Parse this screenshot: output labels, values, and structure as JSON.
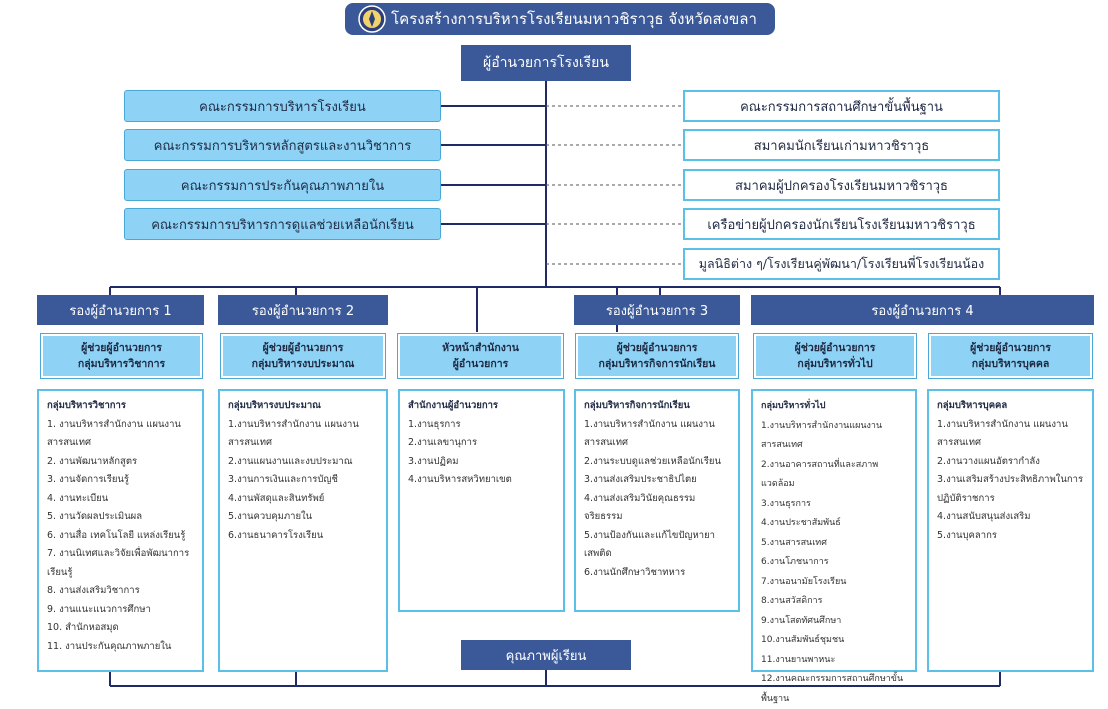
{
  "title": "โครงสร้างการบริหารโรงเรียนมหาวชิราวุธ จังหวัดสงขลา",
  "director": "ผู้อำนวยการโรงเรียน",
  "left_committees": [
    "คณะกรรมการบริหารโรงเรียน",
    "คณะกรรมการบริหารหลักสูตรและงานวิชาการ",
    "คณะกรรมการประกันคุณภาพภายใน",
    "คณะกรรมการบริหารการดูแลช่วยเหลือนักเรียน"
  ],
  "right_partners": [
    "คณะกรรมการสถานศึกษาขั้นพื้นฐาน",
    "สมาคมนักเรียนเก่ามหาวชิราวุธ",
    "สมาคมผู้ปกครองโรงเรียนมหาวชิราวุธ",
    "เครือข่ายผู้ปกครองนักเรียนโรงเรียนมหาวชิราวุธ",
    "มูลนิธิต่าง ๆ/โรงเรียนคู่พัฒนา/โรงเรียนพี่โรงเรียนน้อง"
  ],
  "deputies": [
    "รองผู้อำนวยการ 1",
    "รองผู้อำนวยการ 2",
    "รองผู้อำนวยการ 3",
    "รองผู้อำนวยการ 4"
  ],
  "assistants": [
    {
      "line1": "ผู้ช่วยผู้อำนวยการ",
      "line2": "กลุ่มบริหารวิชาการ"
    },
    {
      "line1": "ผู้ช่วยผู้อำนวยการ",
      "line2": "กลุ่มบริหารงบประมาณ"
    },
    {
      "line1": "หัวหน้าสำนักงาน",
      "line2": "ผู้อำนวยการ"
    },
    {
      "line1": "ผู้ช่วยผู้อำนวยการ",
      "line2": "กลุ่มบริหารกิจการนักเรียน"
    },
    {
      "line1": "ผู้ช่วยผู้อำนวยการ",
      "line2": "กลุ่มบริหารทั่วไป"
    },
    {
      "line1": "ผู้ช่วยผู้อำนวยการ",
      "line2": "กลุ่มบริหารบุคคล"
    }
  ],
  "groups": [
    {
      "heading": "กลุ่มบริหารวิชาการ",
      "items": [
        "1. งานบริหารสำนักงาน แผนงาน",
        "สารสนเทศ",
        "2. งานพัฒนาหลักสูตร",
        "3. งานจัดการเรียนรู้",
        "4. งานทะเบียน",
        "5. งานวัดผลประเมินผล",
        "6. งานสื่อ เทคโนโลยี แหล่งเรียนรู้",
        "7. งานนิเทศและวิจัยเพื่อพัฒนาการ",
        "เรียนรู้",
        "8. งานส่งเสริมวิชาการ",
        "9. งานแนะแนวการศึกษา",
        "10. สำนักหอสมุด",
        "11. งานประกันคุณภาพภายใน"
      ]
    },
    {
      "heading": "กลุ่มบริหารงบประมาณ",
      "items": [
        "1.งานบริหารสำนักงาน แผนงาน",
        "สารสนเทศ",
        "2.งานแผนงานและงบประมาณ",
        "3.งานการเงินและการบัญชี",
        "4.งานพัสดุและสินทรัพย์",
        "5.งานควบคุมภายใน",
        "6.งานธนาคารโรงเรียน"
      ]
    },
    {
      "heading": "สำนักงานผู้อำนวยการ",
      "items": [
        "1.งานธุรการ",
        "2.งานเลขานุการ",
        "3.งานปฏิคม",
        "4.งานบริหารสหวิทยาเขต"
      ]
    },
    {
      "heading": "กลุ่มบริหารกิจการนักเรียน",
      "items": [
        "1.งานบริหารสำนักงาน แผนงาน",
        "สารสนเทศ",
        "2.งานระบบดูแลช่วยเหลือนักเรียน",
        "3.งานส่งเสริมประชาธิปไตย",
        "4.งานส่งเสริมวินัยคุณธรรม",
        "จริยธรรม",
        "5.งานป้องกันและแก้ไขปัญหายาเสพติด",
        "6.งานนักศึกษาวิชาทหาร"
      ]
    },
    {
      "heading": "กลุ่มบริหารทั่วไป",
      "items": [
        "1.งานบริหารสำนักงานแผนงานสารสนเทศ",
        "2.งานอาคารสถานที่และสภาพแวดล้อม",
        "3.งานธุรการ",
        "4.งานประชาสัมพันธ์",
        "5.งานสารสนเทศ",
        "6.งานโภชนาการ",
        "7.งานอนามัยโรงเรียน",
        "8.งานสวัสดิการ",
        "9.งานโสตทัศนศึกษา",
        "10.งานสัมพันธ์ชุมชน",
        "11.งานยานพาหนะ",
        "12.งานคณะกรรมการสถานศึกษาขั้นพื้นฐาน"
      ]
    },
    {
      "heading": "กลุ่มบริหารบุคคล",
      "items": [
        "1.งานบริหารสำนักงาน แผนงาน",
        "สารสนเทศ",
        "2.งานวางแผนอัตรากำลัง",
        "3.งานเสริมสร้างประสิทธิภาพในการ",
        "ปฏิบัติราชการ",
        "4.งานสนับสนุนส่งเสริม",
        "5.งานบุคลากร"
      ]
    }
  ],
  "footer": "คุณภาพผู้เรียน",
  "colors": {
    "navy": "#3b5998",
    "light_blue": "#8ed3f5",
    "border_blue": "#5bc0e8",
    "line": "#1f2a66"
  }
}
